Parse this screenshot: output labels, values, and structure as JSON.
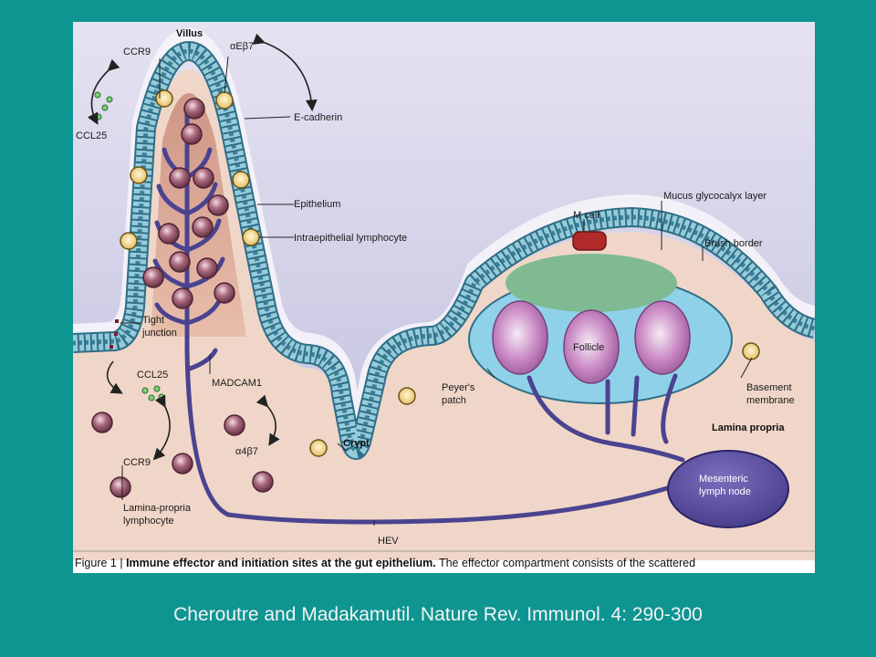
{
  "figure": {
    "caption_prefix": "Figure 1 | ",
    "caption_bold": "Immune effector and initiation sites at the gut epithelium.",
    "caption_rest": " The effector compartment consists of the scattered"
  },
  "labels": {
    "villus": "Villus",
    "ccr9_top": "CCR9",
    "alpha_e_beta7": "αEβ7",
    "ccl25_top": "CCL25",
    "e_cadherin": "E-cadherin",
    "epithelium": "Epithelium",
    "iel": "Intraepithelial lymphocyte",
    "tight_junction_1": "Tight",
    "tight_junction_2": "junction",
    "ccl25_bottom": "CCL25",
    "madcam1": "MADCAM1",
    "alpha4_beta7": "α4β7",
    "ccr9_bottom": "CCR9",
    "lpl_1": "Lamina-propria",
    "lpl_2": "lymphocyte",
    "crypt": "Crypt",
    "hev": "HEV",
    "m_cell": "M cell",
    "mucus": "Mucus glycocalyx layer",
    "brush_border": "Brush border",
    "follicle": "Follicle",
    "peyers_1": "Peyer's",
    "peyers_2": "patch",
    "basement_1": "Basement",
    "basement_2": "membrane",
    "lamina_propria": "Lamina propria",
    "mln_1": "Mesenteric",
    "mln_2": "lymph node"
  },
  "citation": "Cheroutre and Madakamutil.  Nature Rev. Immunol. 4: 290-300",
  "colors": {
    "background": "#0e9591",
    "lumen": "#c9c9e3",
    "lamina": "#f1d9cc",
    "epithelial_cell": "#8fc6d7",
    "vessel": "#4a4390",
    "lymph_node": "#5e52a2",
    "follicle_zone": "#8ed1e8",
    "dome": "#7fb890",
    "m_cell": "#b02a2a"
  }
}
